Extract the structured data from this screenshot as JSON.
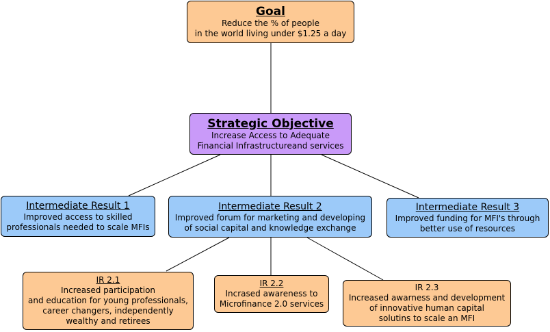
{
  "goal": {
    "title": "Goal",
    "lines": [
      "Reduce the % of people",
      "in the world living under $1.25 a day"
    ]
  },
  "strategic_objective": {
    "title": "Strategic Objective",
    "lines": [
      "Increase Access to Adequate",
      "Financial Infrastructureand services"
    ]
  },
  "intermediate_results": [
    {
      "title": "Intermediate Result 1",
      "lines": [
        "Improved access to skilled",
        "professionals needed to scale MFIs"
      ]
    },
    {
      "title": "Intermediate Result 2",
      "lines": [
        "Improved forum for marketing and developing",
        "of social capital and knowledge exchange"
      ]
    },
    {
      "title": "Intermediate Result 3",
      "lines": [
        "Improved funding for MFI's through",
        "better use of resources"
      ]
    }
  ],
  "sub_results": [
    {
      "title": "IR 2.1",
      "lines": [
        "Increased participation",
        "and education for young professionals,",
        "career changers, independently",
        "wealthy and retirees"
      ]
    },
    {
      "title": "IR 2.2",
      "lines": [
        "Incrased awareness to",
        "Microfinance 2.0 services"
      ]
    },
    {
      "title": "IR 2.3",
      "lines": [
        "Increased awarness and development",
        "of innovative human capital",
        "solutins to scale an MFI"
      ]
    }
  ],
  "colors": {
    "orange": "#fdc994",
    "purple": "#c99af9",
    "blue": "#9ccaf9"
  }
}
